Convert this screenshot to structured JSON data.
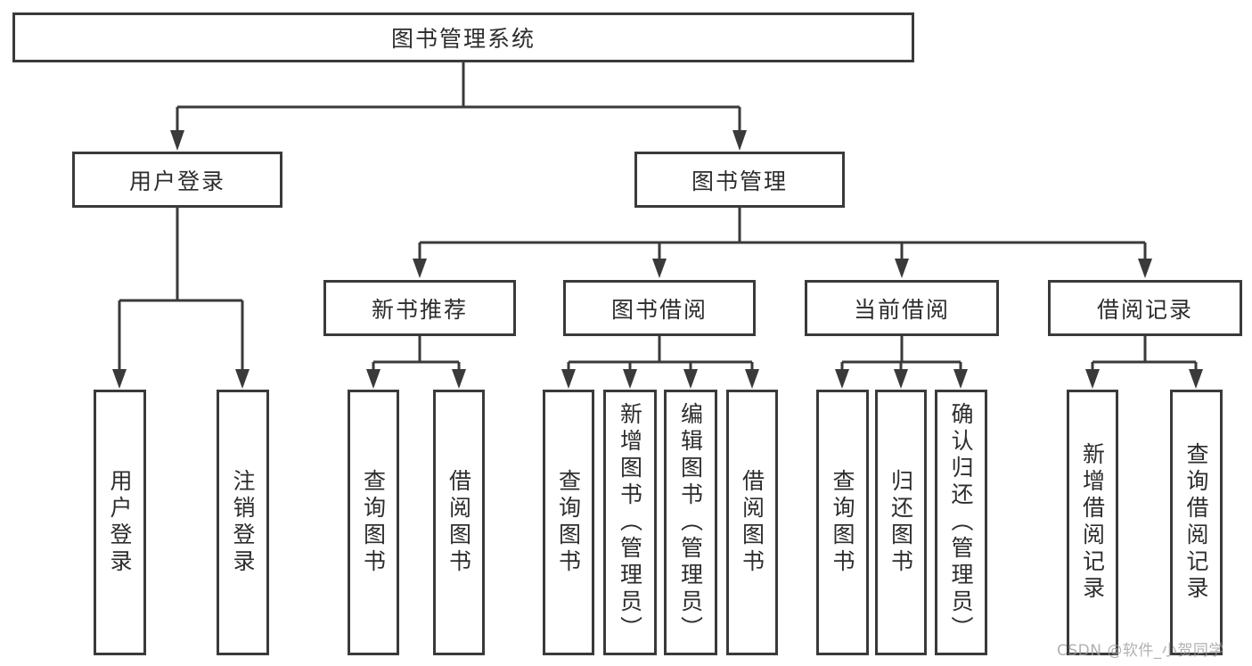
{
  "tree": {
    "root_label": "图书管理系统",
    "branches": [
      {
        "label": "用户登录",
        "children": [
          "用户登录",
          "注销登录"
        ]
      },
      {
        "label": "图书管理",
        "groups": [
          {
            "label": "新书推荐",
            "children": [
              "查询图书",
              "借阅图书"
            ]
          },
          {
            "label": "图书借阅",
            "children": [
              "查询图书",
              "新增图书（管理员）",
              "编辑图书（管理员）",
              "借阅图书"
            ]
          },
          {
            "label": "当前借阅",
            "children": [
              "查询图书",
              "归还图书",
              "确认归还（管理员）"
            ]
          },
          {
            "label": "借阅记录",
            "children": [
              "新增借阅记录",
              "查询借阅记录"
            ]
          }
        ]
      }
    ]
  },
  "watermark": {
    "text": "CSDN @软件_小贺同学"
  },
  "colors": {
    "line": "#3a3a3a",
    "box_border": "#3a3a3a",
    "text": "#2d2d2d",
    "watermark": "#9e9e9e",
    "background": "#ffffff"
  }
}
